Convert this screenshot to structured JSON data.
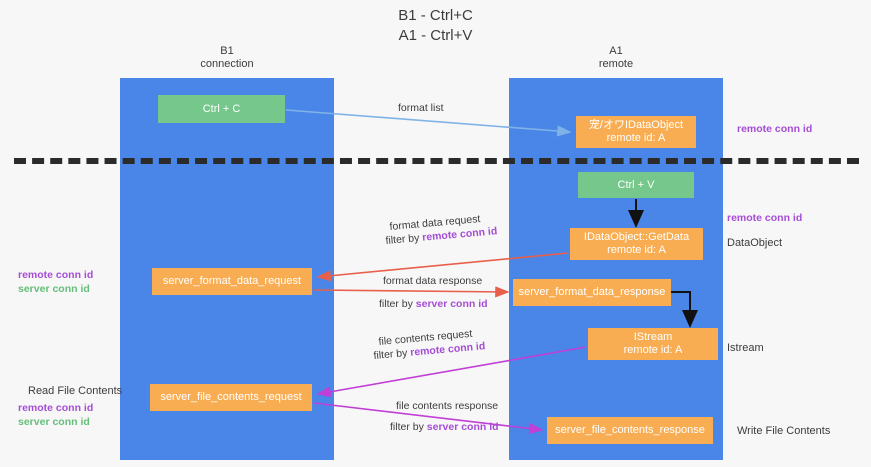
{
  "title": "B1 - Ctrl+C\nA1 - Ctrl+V",
  "lanes": [
    {
      "id": "b1",
      "label": "B1\nconnection",
      "color": "#4a86e8"
    },
    {
      "id": "a1",
      "label": "A1\nremote",
      "color": "#4a86e8"
    }
  ],
  "nodes": {
    "ctrl_c": {
      "label": "Ctrl + C",
      "color": "#76c78b"
    },
    "idataobject": {
      "label": "宠/オワIDataObject\nremote id: A",
      "color": "#f9ad52"
    },
    "ctrl_v": {
      "label": "Ctrl + V",
      "color": "#76c78b"
    },
    "getdata": {
      "label": "IDataObject::GetData\nremote id: A",
      "color": "#f9ad52"
    },
    "server_format_data_request": {
      "label": "server_format_data_request",
      "color": "#f9ad52"
    },
    "server_format_data_response": {
      "label": "server_format_data_response",
      "color": "#f9ad52"
    },
    "istream": {
      "label": "IStream\nremote id: A",
      "color": "#f9ad52"
    },
    "server_file_contents_request": {
      "label": "server_file_contents_request",
      "color": "#f9ad52"
    },
    "server_file_contents_response": {
      "label": "server_file_contents_response",
      "color": "#f9ad52"
    }
  },
  "edge_labels": {
    "format_list": "format list",
    "format_data_request": "format data request",
    "format_data_request_filter_prefix": "filter by ",
    "format_data_request_filter_key": "remote conn id",
    "format_data_response": "format data response",
    "format_data_response_filter_prefix": "filter by ",
    "format_data_response_filter_key": "server conn id",
    "file_contents_request": "file contents request",
    "file_contents_request_filter_prefix": "filter by ",
    "file_contents_request_filter_key": "remote conn id",
    "file_contents_response": "file contents response",
    "file_contents_response_filter_prefix": "filter by ",
    "file_contents_response_filter_key": "server conn id"
  },
  "annotations": {
    "remote_conn_id_top": "remote conn id",
    "remote_conn_id_mid": "remote conn id",
    "dataobject": "DataObject",
    "istream": "Istream",
    "write_file_contents": "Write File Contents",
    "read_file_contents": "Read File Contents",
    "left_remote_conn_id": "remote conn id",
    "left_server_conn_id": "server conn id",
    "left_remote_conn_id_2": "remote conn id",
    "left_server_conn_id_2": "server conn id"
  },
  "colors": {
    "lane": "#4a86e8",
    "green_node": "#76c78b",
    "orange_node": "#f9ad52",
    "purple_text": "#a64dd6",
    "green_text": "#64bf7a",
    "red_arrow": "#e8604c",
    "magenta_arrow": "#c13fd6",
    "blue_arrow": "#7fb3e8",
    "black_arrow": "#111111",
    "divider": "#2b2b2b",
    "background": "#f7f7f7"
  }
}
